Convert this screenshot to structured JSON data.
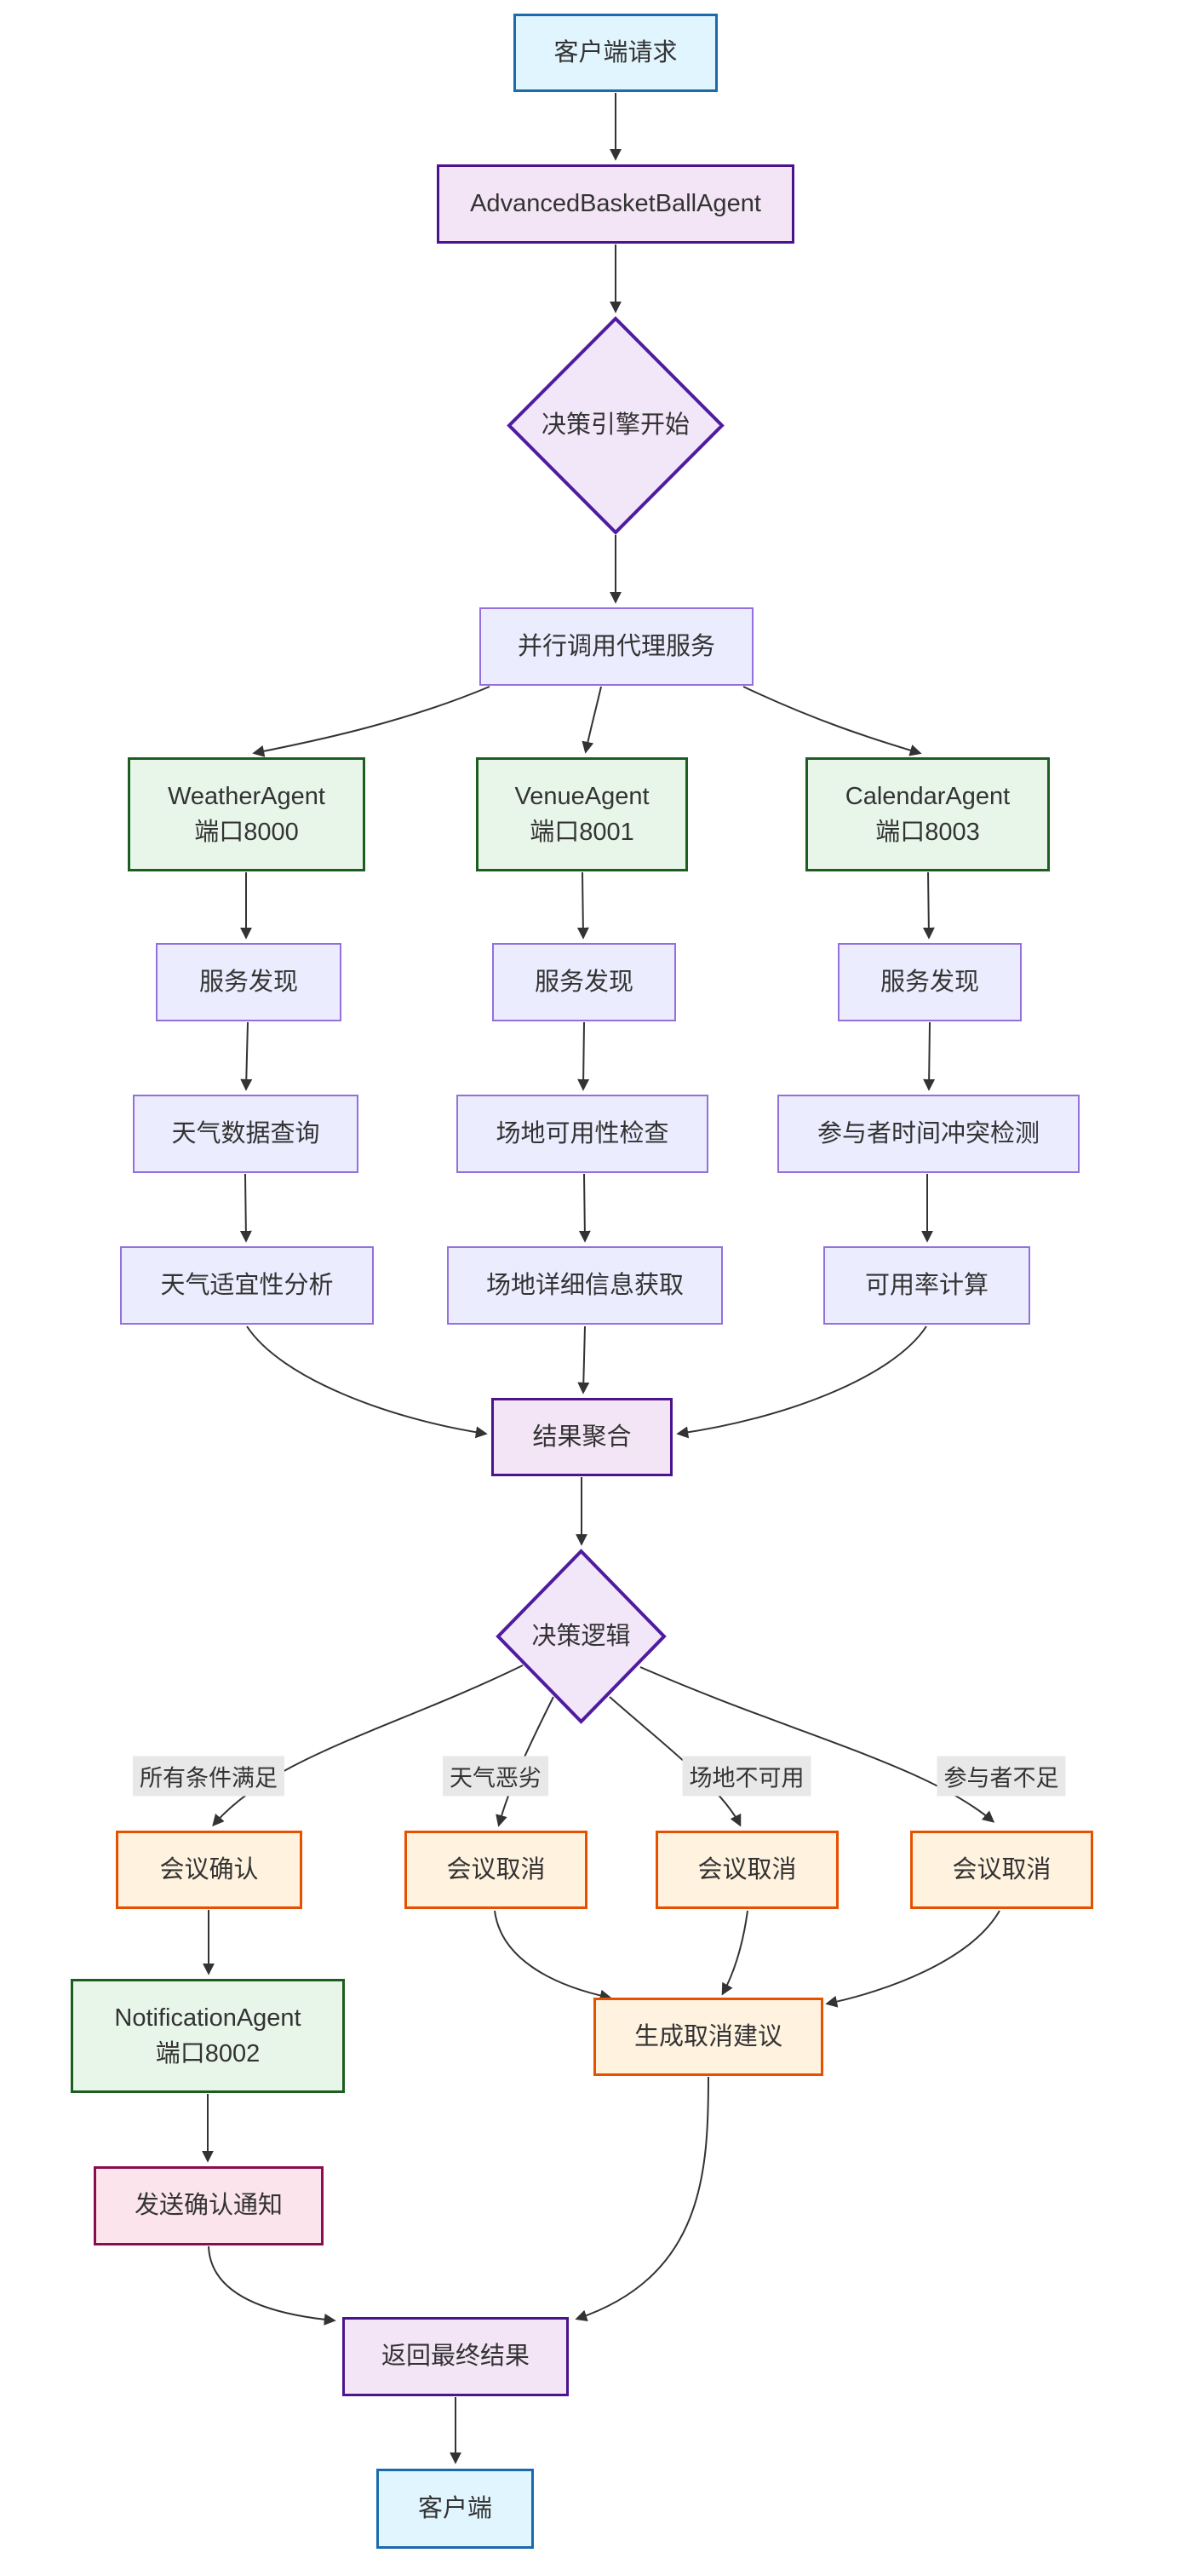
{
  "diagram": {
    "background": "#FFFFFF",
    "edge_color": "#333333",
    "text_color": "#333333",
    "edge_label_background": "#E8E8E8"
  },
  "colors": {
    "client_fill": "#E1F5FE",
    "client_stroke": "#1A6AAD",
    "main_agent_fill": "#F3E5F5",
    "main_agent_stroke": "#4A148C",
    "decision_fill": "#F2E6F9",
    "decision_stroke": "#4F1CA0",
    "process_fill": "#ECECFF",
    "process_stroke": "#9370DB",
    "service_fill": "#E8F5E9",
    "service_stroke": "#1B5E20",
    "outcome_fill": "#FFF3E0",
    "outcome_stroke": "#E65100",
    "notify_fill": "#FCE4EC",
    "notify_stroke": "#880E4F"
  },
  "nodes": {
    "client_request": {
      "label": "客户端请求"
    },
    "advanced_agent": {
      "label": "AdvancedBasketBallAgent"
    },
    "decision_engine_start": {
      "label": "决策引擎开始"
    },
    "parallel_call": {
      "label": "并行调用代理服务"
    },
    "weather_agent": {
      "label": "WeatherAgent",
      "port": "端口8000"
    },
    "venue_agent": {
      "label": "VenueAgent",
      "port": "端口8001"
    },
    "calendar_agent": {
      "label": "CalendarAgent",
      "port": "端口8003"
    },
    "sd_weather": {
      "label": "服务发现"
    },
    "sd_venue": {
      "label": "服务发现"
    },
    "sd_calendar": {
      "label": "服务发现"
    },
    "weather_query": {
      "label": "天气数据查询"
    },
    "venue_check": {
      "label": "场地可用性检查"
    },
    "conflict_detection": {
      "label": "参与者时间冲突检测"
    },
    "weather_analysis": {
      "label": "天气适宜性分析"
    },
    "venue_detail": {
      "label": "场地详细信息获取"
    },
    "availability_calc": {
      "label": "可用率计算"
    },
    "result_aggregation": {
      "label": "结果聚合"
    },
    "decision_logic": {
      "label": "决策逻辑"
    },
    "meeting_confirm": {
      "label": "会议确认"
    },
    "cancel_weather": {
      "label": "会议取消"
    },
    "cancel_venue": {
      "label": "会议取消"
    },
    "cancel_participants": {
      "label": "会议取消"
    },
    "notification_agent": {
      "label": "NotificationAgent",
      "port": "端口8002"
    },
    "generate_cancel": {
      "label": "生成取消建议"
    },
    "send_confirm": {
      "label": "发送确认通知"
    },
    "return_final": {
      "label": "返回最终结果"
    },
    "client": {
      "label": "客户端"
    }
  },
  "edge_labels": {
    "all_conditions_met": "所有条件满足",
    "bad_weather": "天气恶劣",
    "venue_unavailable": "场地不可用",
    "insufficient_participants": "参与者不足"
  }
}
